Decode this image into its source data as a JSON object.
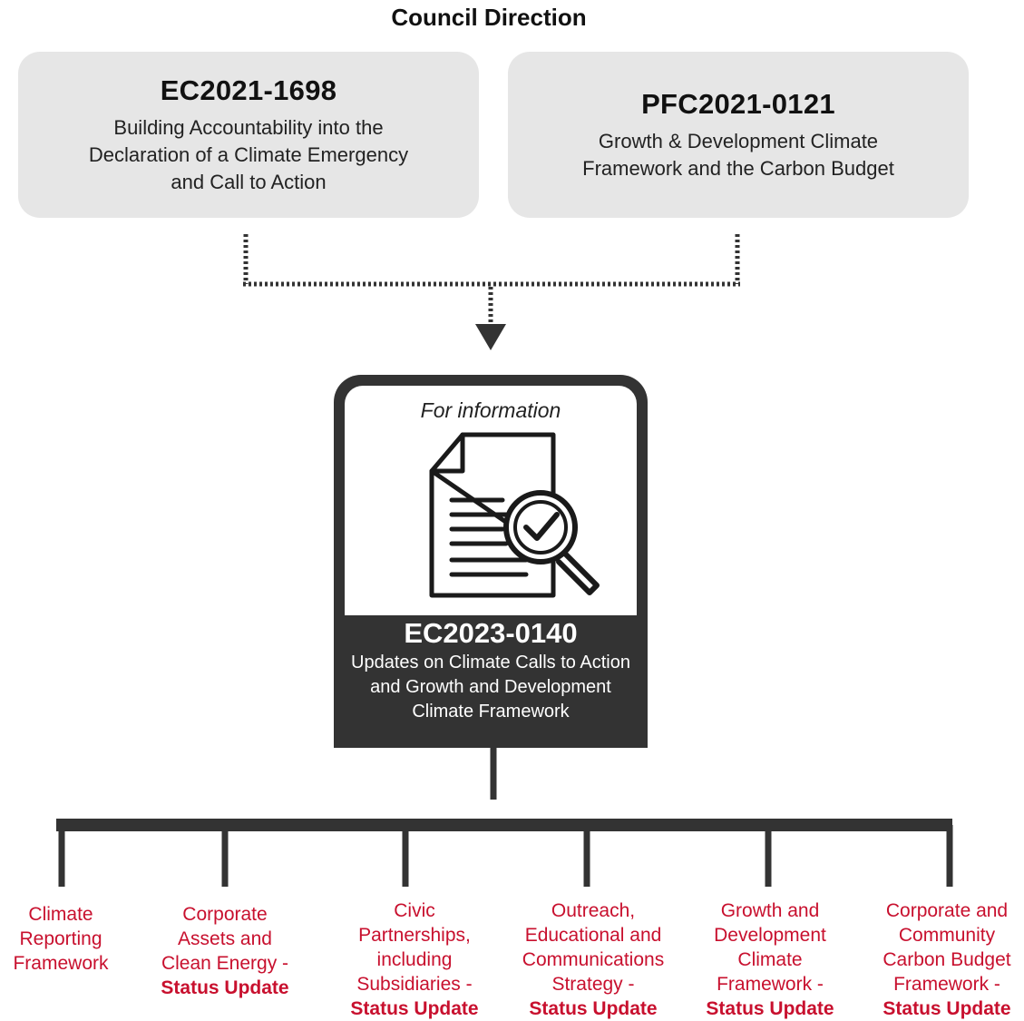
{
  "heading": "Council Direction",
  "top_boxes": [
    {
      "code": "EC2021-1698",
      "lines": [
        "Building Accountability into the",
        "Declaration of a Climate Emergency",
        "and Call to Action"
      ]
    },
    {
      "code": "PFC2021-0121",
      "lines": [
        "Growth & Development Climate",
        "Framework and the Carbon Budget"
      ]
    }
  ],
  "center": {
    "for_information": "For information",
    "code": "EC2023-0140",
    "lines": [
      "Updates on Climate Calls to Action",
      "and Growth and Development",
      "Climate Framework"
    ]
  },
  "icon": "document-magnifier-check-icon",
  "branches": [
    {
      "lines": [
        "Climate",
        "Reporting",
        "Framework"
      ],
      "status": ""
    },
    {
      "lines": [
        "Corporate",
        "Assets and",
        "Clean Energy -"
      ],
      "status": "Status Update"
    },
    {
      "lines": [
        "Civic",
        "Partnerships,",
        "including",
        "Subsidiaries -"
      ],
      "status": "Status Update"
    },
    {
      "lines": [
        "Outreach,",
        "Educational and",
        "Communications",
        "Strategy -"
      ],
      "status": "Status Update"
    },
    {
      "lines": [
        "Growth and",
        "Development",
        "Climate",
        "Framework -"
      ],
      "status": "Status Update"
    },
    {
      "lines": [
        "Corporate and",
        "Community",
        "Carbon Budget",
        "Framework -"
      ],
      "status": "Status Update"
    }
  ],
  "colors": {
    "box_bg": "#e6e6e6",
    "dark": "#333333",
    "accent": "#c8102e"
  }
}
